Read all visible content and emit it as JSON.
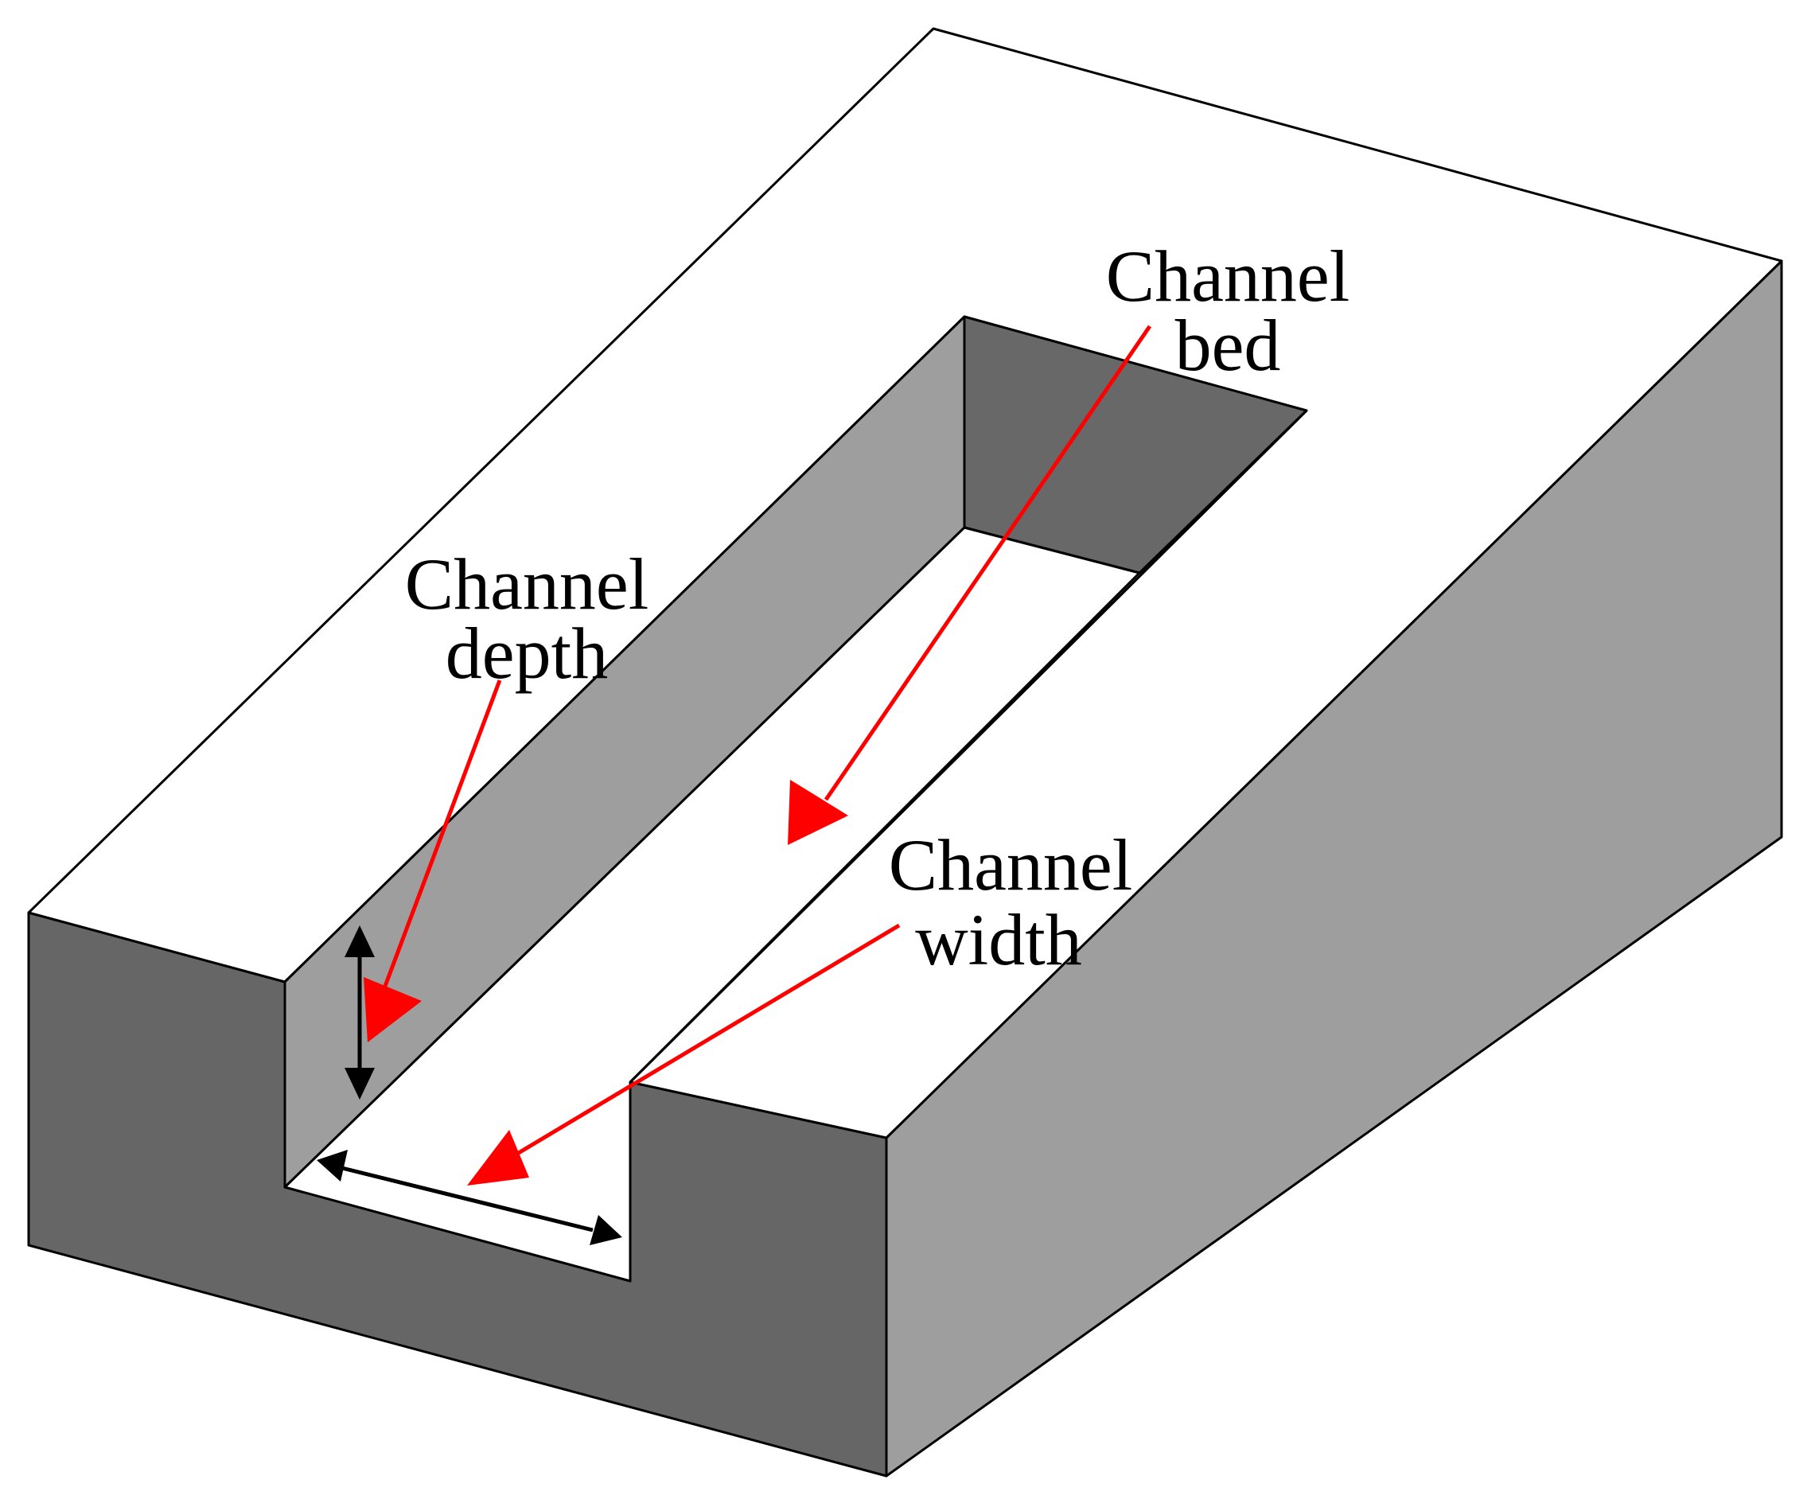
{
  "labels": {
    "channel_bed": {
      "line1": "Channel",
      "line2": "bed"
    },
    "channel_depth": {
      "line1": "Channel",
      "line2": "depth"
    },
    "channel_width": {
      "line1": "Channel",
      "line2": "width"
    }
  },
  "colors": {
    "top_face": "#ffffff",
    "front_face": "#666666",
    "side_face": "#9e9e9e",
    "leader_arrow": "#ff0000",
    "dimension_arrow": "#000000"
  }
}
